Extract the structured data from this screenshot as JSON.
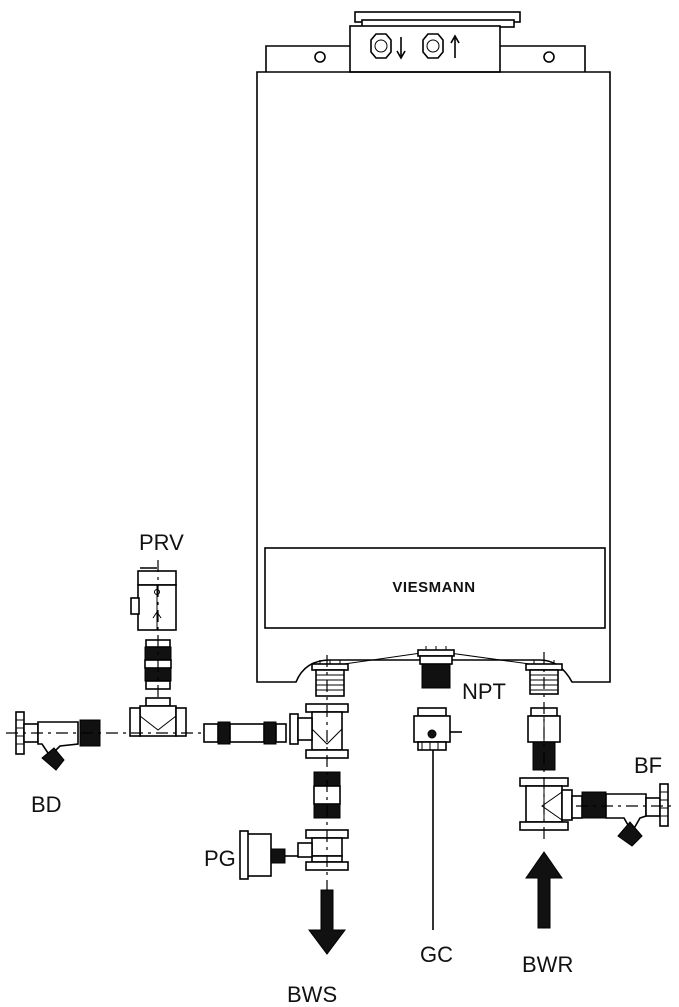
{
  "diagram": {
    "brand_logo": "VIESMANN",
    "labels": {
      "prv": "PRV",
      "bd": "BD",
      "pg": "PG",
      "bws": "BWS",
      "npt": "NPT",
      "gc": "GC",
      "bf": "BF",
      "bwr": "BWR"
    },
    "flow_directions": {
      "flue_left": "down",
      "flue_right": "up",
      "bws": "down",
      "bwr": "up"
    }
  }
}
